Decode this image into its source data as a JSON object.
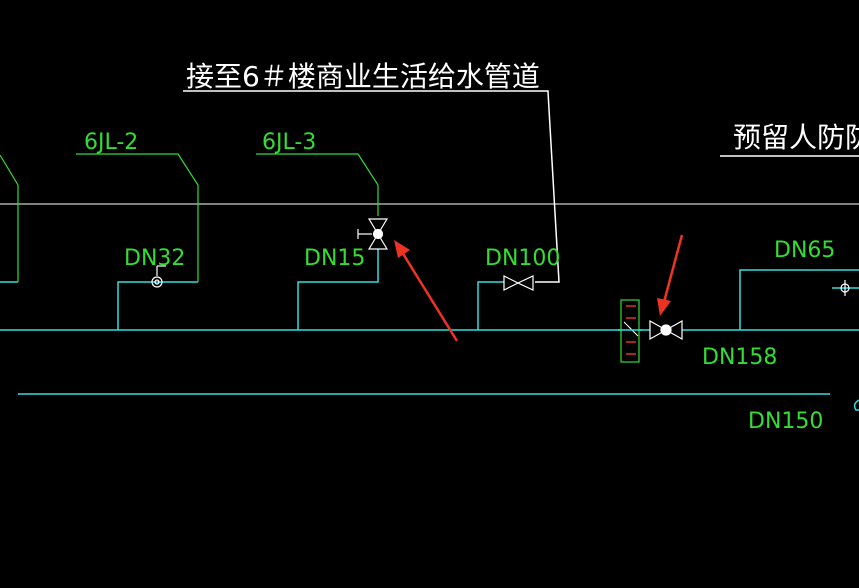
{
  "labels": {
    "title": "接至6＃楼商业生活给水管道",
    "right_note": "预留人防防护",
    "riser_1": "6JL-2",
    "riser_2": "6JL-3",
    "size_dn32": "DN32",
    "size_dn15": "DN15",
    "size_dn100": "DN100",
    "size_dn65": "DN65",
    "size_dn158": "DN158",
    "size_dn150": "DN150"
  },
  "colors": {
    "background": "#000000",
    "pipe_cyan": "#33dddd",
    "leader_green": "#33dd33",
    "line_white": "#ffffff",
    "arrow_red": "#ee3322",
    "wall_red": "#dd3333"
  }
}
